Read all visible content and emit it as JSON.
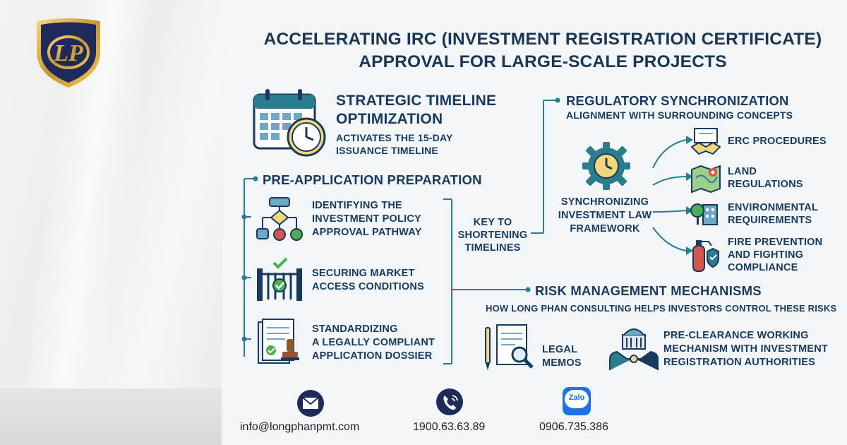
{
  "title": {
    "line1": "ACCELERATING IRC (INVESTMENT REGISTRATION CERTIFICATE)",
    "line2": "APPROVAL FOR LARGE-SCALE PROJECTS"
  },
  "timeline": {
    "heading_l1": "STRATEGIC TIMELINE",
    "heading_l2": "OPTIMIZATION",
    "sub_l1": "ACTIVATES THE 15-DAY",
    "sub_l2": "ISSUANCE TIMELINE"
  },
  "pre_app": {
    "heading": "PRE-APPLICATION PREPARATION",
    "items": [
      {
        "l1": "IDENTIFYING THE",
        "l2": "INVESTMENT POLICY",
        "l3": "APPROVAL PATHWAY"
      },
      {
        "l1": "SECURING MARKET",
        "l2": "ACCESS CONDITIONS"
      },
      {
        "l1": "STANDARDIZING",
        "l2": "A LEGALLY COMPLIANT",
        "l3": "APPLICATION DOSSIER"
      }
    ]
  },
  "key": {
    "l1": "KEY TO",
    "l2": "SHORTENING",
    "l3": "TIMELINES"
  },
  "regulatory": {
    "heading": "REGULATORY SYNCHRONIZATION",
    "sub": "ALIGNMENT WITH SURROUNDING CONCEPTS",
    "center_l1": "SYNCHRONIZING",
    "center_l2": "INVESTMENT LAW",
    "center_l3": "FRAMEWORK",
    "items": [
      {
        "l1": "ERC PROCEDURES"
      },
      {
        "l1": "LAND",
        "l2": "REGULATIONS"
      },
      {
        "l1": "ENVIRONMENTAL",
        "l2": "REQUIREMENTS"
      },
      {
        "l1": "FIRE PREVENTION",
        "l2": "AND FIGHTING",
        "l3": "COMPLIANCE"
      }
    ]
  },
  "risk": {
    "heading": "RISK MANAGEMENT MECHANISMS",
    "sub": "HOW LONG PHAN CONSULTING HELPS INVESTORS CONTROL THESE RISKS",
    "memo_l1": "LEGAL",
    "memo_l2": "MEMOS",
    "pre_l1": "PRE-CLEARANCE WORKING",
    "pre_l2": "MECHANISM WITH INVESTMENT",
    "pre_l3": "REGISTRATION AUTHORITIES"
  },
  "contact": {
    "email": "info@longphanpmt.com",
    "phone": "1900.63.63.89",
    "zalo_label": "Zalo",
    "zalo_number": "0906.735.386"
  },
  "logo": {
    "text": "LP"
  },
  "colors": {
    "navy": "#173a5e",
    "teal": "#2b7c8c",
    "gold": "#d9a93a"
  }
}
